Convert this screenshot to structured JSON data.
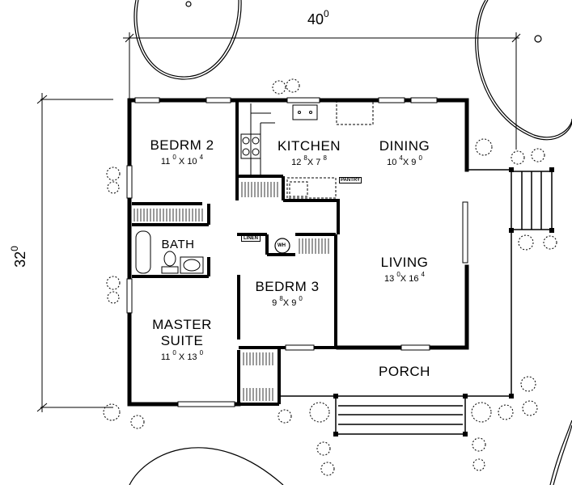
{
  "overall_dimensions": {
    "width": {
      "main": "40",
      "sup": "0"
    },
    "depth": {
      "main": "32",
      "sup": "0"
    }
  },
  "rooms": [
    {
      "id": "bedroom-2",
      "name": "BEDRM 2",
      "dim": {
        "a": "11",
        "a_sup": "0",
        "b": "10",
        "b_sup": "4"
      }
    },
    {
      "id": "kitchen",
      "name": "KITCHEN",
      "dim": {
        "a": "12",
        "a_sup": "8",
        "b": "7",
        "b_sup": "8"
      }
    },
    {
      "id": "dining",
      "name": "DINING",
      "dim": {
        "a": "10",
        "a_sup": "4",
        "b": "9",
        "b_sup": "0"
      }
    },
    {
      "id": "bath",
      "name": "BATH"
    },
    {
      "id": "bedroom-3",
      "name": "BEDRM 3",
      "dim": {
        "a": "9",
        "a_sup": "8",
        "b": "9",
        "b_sup": "0"
      }
    },
    {
      "id": "living",
      "name": "LIVING",
      "dim": {
        "a": "13",
        "a_sup": "0",
        "b": "16",
        "b_sup": "4"
      }
    },
    {
      "id": "master-suite",
      "name": "MASTER SUITE",
      "line1": "MASTER",
      "line2": "SUITE",
      "dim": {
        "a": "11",
        "a_sup": "0",
        "b": "13",
        "b_sup": "0"
      }
    },
    {
      "id": "porch",
      "name": "PORCH"
    }
  ],
  "fixtures": {
    "pantry": "PANTRY",
    "linen": "LINEN",
    "water_heater": "WH"
  },
  "colors": {
    "ink": "#000000",
    "paper": "#ffffff"
  }
}
